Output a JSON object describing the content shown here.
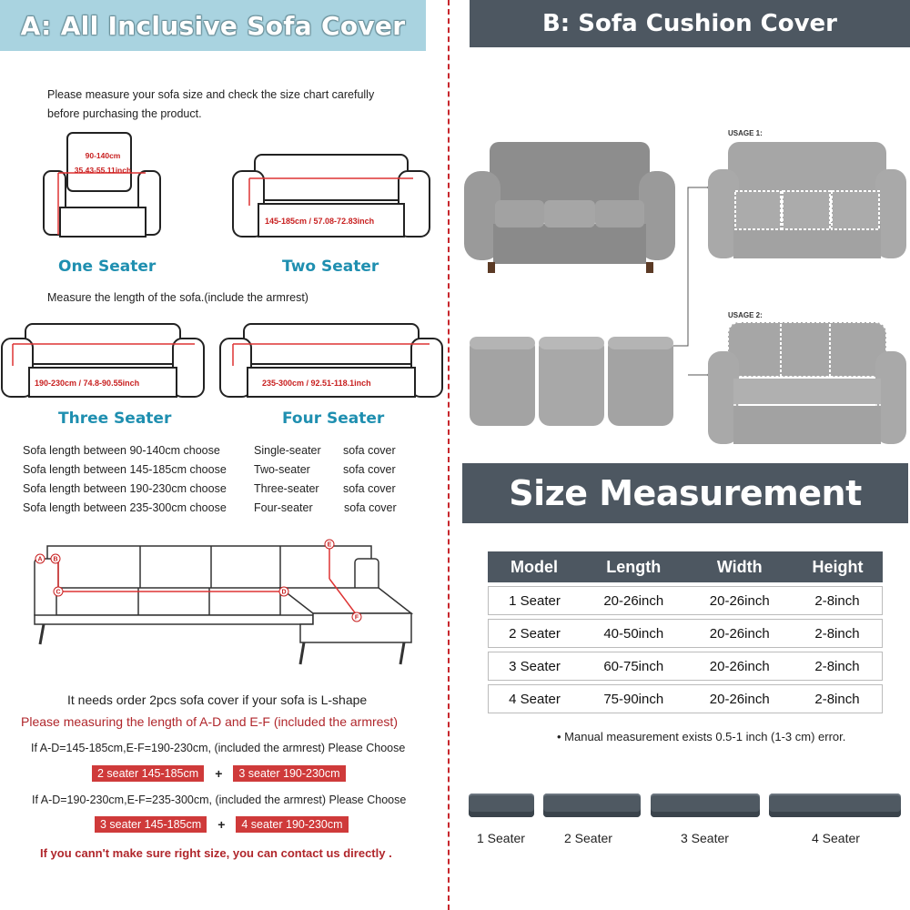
{
  "left": {
    "banner": "A: All Inclusive Sofa Cover",
    "intro_line1": "Please measure your sofa size and check the size chart carefully",
    "intro_line2": "before purchasing the product.",
    "one_seater": {
      "title": "One Seater",
      "dim_cm": "90-140cm",
      "dim_in": "35.43-55.11inch"
    },
    "two_seater": {
      "title": "Two Seater",
      "dim": "145-185cm / 57.08-72.83inch"
    },
    "measure_note": "Measure the length of the sofa.(include the armrest)",
    "three_seater": {
      "title": "Three Seater",
      "dim": "190-230cm / 74.8-90.55inch"
    },
    "four_seater": {
      "title": "Four Seater",
      "dim": "235-300cm / 92.51-118.1inch"
    },
    "choose_rows": [
      {
        "range": "Sofa length between 90-140cm choose",
        "type": "Single-seater",
        "suffix": "sofa cover"
      },
      {
        "range": "Sofa length between 145-185cm choose",
        "type": "Two-seater",
        "suffix": "sofa cover"
      },
      {
        "range": "Sofa length between 190-230cm choose",
        "type": "Three-seater",
        "suffix": "sofa cover"
      },
      {
        "range": "Sofa length between 235-300cm choose",
        "type": "Four-seater",
        "suffix": "sofa cover"
      }
    ],
    "lshape": {
      "markers": [
        "A",
        "B",
        "C",
        "D",
        "E",
        "F"
      ],
      "line1": "It needs order 2pcs sofa cover if your sofa is L-shape",
      "line2": "Please measuring the length of A-D and E-F (included the armrest)",
      "if1": "If A-D=145-185cm,E-F=190-230cm, (included the armrest) Please Choose",
      "tag1a": "2 seater 145-185cm",
      "tag1b": "3 seater 190-230cm",
      "if2": "If A-D=190-230cm,E-F=235-300cm, (included the armrest) Please Choose",
      "tag2a": "3 seater 145-185cm",
      "tag2b": "4 seater 190-230cm",
      "plus": "+",
      "contact": "If you cann't make sure right size, you can contact us directly ."
    }
  },
  "right": {
    "banner": "B: Sofa Cushion Cover",
    "usage1": "USAGE 1:",
    "usage2": "USAGE 2:",
    "size_banner": "Size Measurement",
    "table": {
      "headers": [
        "Model",
        "Length",
        "Width",
        "Height"
      ],
      "rows": [
        [
          "1 Seater",
          "20-26inch",
          "20-26inch",
          "2-8inch"
        ],
        [
          "2 Seater",
          "40-50inch",
          "20-26inch",
          "2-8inch"
        ],
        [
          "3 Seater",
          "60-75inch",
          "20-26inch",
          "2-8inch"
        ],
        [
          "4 Seater",
          "75-90inch",
          "20-26inch",
          "2-8inch"
        ]
      ]
    },
    "note": "• Manual measurement exists 0.5-1 inch (1-3 cm) error.",
    "pads": [
      "1 Seater",
      "2 Seater",
      "3 Seater",
      "4 Seater"
    ]
  },
  "colors": {
    "accent_blue": "#1f8fb0",
    "dark_slate": "#4d5761",
    "red": "#b0262b",
    "banner_blue": "#a9d3e0"
  }
}
